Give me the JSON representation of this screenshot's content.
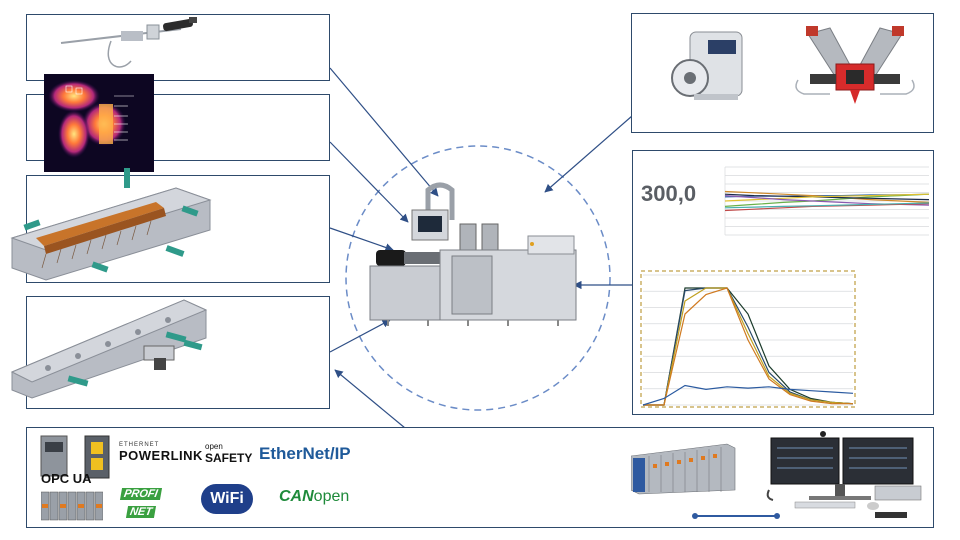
{
  "display": {
    "value": "300,0"
  },
  "logos": {
    "opcua": "OPC UA",
    "powerlink_small": "ETHERNET",
    "powerlink": "POWERLINK",
    "opensafety_small": "open",
    "opensafety": "SAFETY",
    "ethernetip": "EtherNet/IP",
    "profinet_top": "PROFI",
    "profinet_bottom": "NET",
    "wifi": "WiFi",
    "canopen_can": "CAN",
    "canopen_open": "open"
  },
  "colors": {
    "panel_border": "#2e4a6b",
    "arrow": "#2f4f86",
    "dashed_circle": "#6b8cc7",
    "machine_body": "#c9ccd2",
    "rail_orange": "#c8742a",
    "grip_teal": "#2f9a8a",
    "wifi_blue": "#1f3f8a",
    "profinet_green": "#3aa040",
    "canopen_green": "#1e8a3a"
  },
  "chart_data": [
    {
      "type": "line",
      "series": [
        {
          "values": [
            0.56,
            0.57,
            0.57,
            0.58,
            0.58,
            0.59,
            0.59,
            0.6
          ]
        },
        {
          "values": [
            0.64,
            0.62,
            0.6,
            0.58,
            0.55,
            0.52,
            0.5,
            0.48
          ]
        },
        {
          "values": [
            0.42,
            0.45,
            0.48,
            0.5,
            0.53,
            0.56,
            0.58,
            0.6
          ]
        },
        {
          "values": [
            0.6,
            0.58,
            0.57,
            0.56,
            0.55,
            0.54,
            0.53,
            0.52
          ]
        },
        {
          "values": [
            0.5,
            0.52,
            0.54,
            0.56,
            0.57,
            0.58,
            0.59,
            0.6
          ]
        },
        {
          "values": [
            0.58,
            0.55,
            0.52,
            0.5,
            0.48,
            0.46,
            0.45,
            0.44
          ]
        },
        {
          "values": [
            0.36,
            0.38,
            0.4,
            0.42,
            0.43,
            0.44,
            0.45,
            0.46
          ]
        },
        {
          "values": [
            0.4,
            0.41,
            0.42,
            0.43,
            0.44,
            0.45,
            0.46,
            0.47
          ]
        }
      ],
      "ylim": [
        0,
        1
      ],
      "grid": true
    },
    {
      "type": "line",
      "series": [
        {
          "values": [
            0.0,
            0.0,
            0.9,
            0.9,
            0.9,
            0.7,
            0.3,
            0.12,
            0.05,
            0.02,
            0.01
          ]
        },
        {
          "values": [
            0.0,
            0.0,
            0.88,
            0.9,
            0.9,
            0.6,
            0.25,
            0.1,
            0.04,
            0.02,
            0.01
          ]
        },
        {
          "values": [
            0.0,
            0.0,
            0.8,
            0.9,
            0.9,
            0.55,
            0.22,
            0.09,
            0.04,
            0.02,
            0.01
          ]
        },
        {
          "values": [
            0.0,
            0.0,
            0.7,
            0.85,
            0.9,
            0.5,
            0.2,
            0.08,
            0.03,
            0.01,
            0.01
          ]
        },
        {
          "values": [
            0.0,
            0.05,
            0.15,
            0.12,
            0.14,
            0.13,
            0.14,
            0.12,
            0.11,
            0.1,
            0.09
          ]
        }
      ],
      "ylim": [
        0,
        1
      ],
      "grid": true
    }
  ]
}
